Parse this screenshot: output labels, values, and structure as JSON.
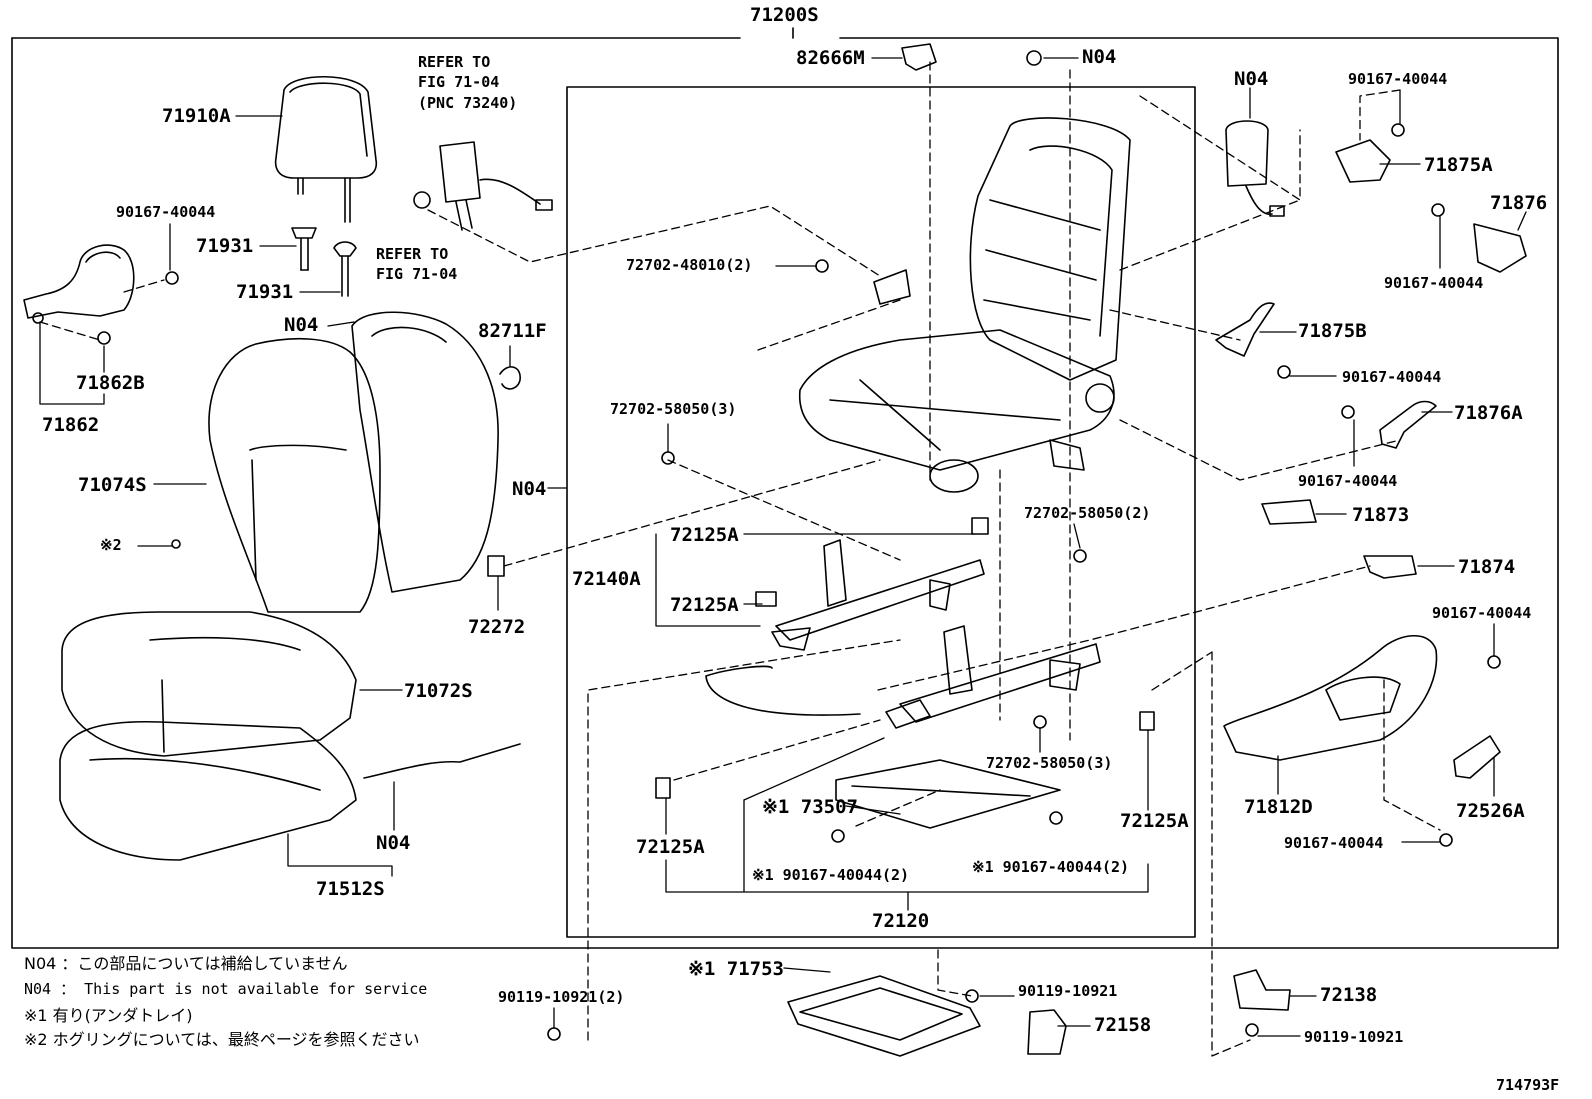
{
  "header_label": "71200S",
  "figure_id": "714793F",
  "parts": {
    "p82666M": "82666M",
    "n04_top": "N04",
    "p71910A": "71910A",
    "p90167_40044_a": "90167-40044",
    "p71931_a": "71931",
    "p71931_b": "71931",
    "p71862B": "71862B",
    "p71862": "71862",
    "n04_back": "N04",
    "p82711F": "82711F",
    "p71074S": "71074S",
    "ring_note": "※2",
    "n04_frame": "N04",
    "p72272": "72272",
    "p71072S": "71072S",
    "n04_cushion": "N04",
    "p71512S": "71512S",
    "p72702_48010": "72702-48010(2)",
    "p72702_58050_a": "72702-58050(3)",
    "p72125A_a": "72125A",
    "p72140A": "72140A",
    "p72125A_b": "72125A",
    "p72702_58050_b": "72702-58050(2)",
    "p72702_58050_c": "72702-58050(3)",
    "p73507": "※1 73507",
    "p72125A_c": "72125A",
    "p72125A_d": "72125A",
    "p90167_40044_b": "※1 90167-40044(2)",
    "p90167_40044_c": "※1 90167-40044(2)",
    "p72120": "72120",
    "n04_airbag": "N04",
    "p90167_40044_d": "90167-40044",
    "p71875A": "71875A",
    "p71876": "71876",
    "p90167_40044_e": "90167-40044",
    "p71875B": "71875B",
    "p90167_40044_f": "90167-40044",
    "p71876A": "71876A",
    "p90167_40044_g": "90167-40044",
    "p71873": "71873",
    "p71874": "71874",
    "p90167_40044_h": "90167-40044",
    "p71812D": "71812D",
    "p72526A": "72526A",
    "p90167_40044_i": "90167-40044",
    "p90119_10921_a": "90119-10921(2)",
    "p71753": "※1 71753",
    "p90119_10921_b": "90119-10921",
    "p72158": "72158",
    "p72138": "72138",
    "p90119_10921_c": "90119-10921"
  },
  "refs": {
    "belt_ref": "REFER TO\nFIG 71-04\n(PNC 73240)",
    "anchor_ref": "REFER TO\nFIG 71-04"
  },
  "notes": {
    "jp_n04": "N04 ：この部品については補給していません",
    "en_n04": "N04 ： This part is not available for service",
    "jp_note1": "※1  有り(アンダトレイ)",
    "jp_note2": "※2  ホグリングについては、最終ページを参照ください"
  },
  "colors": {
    "line": "#000000",
    "background": "#ffffff"
  }
}
